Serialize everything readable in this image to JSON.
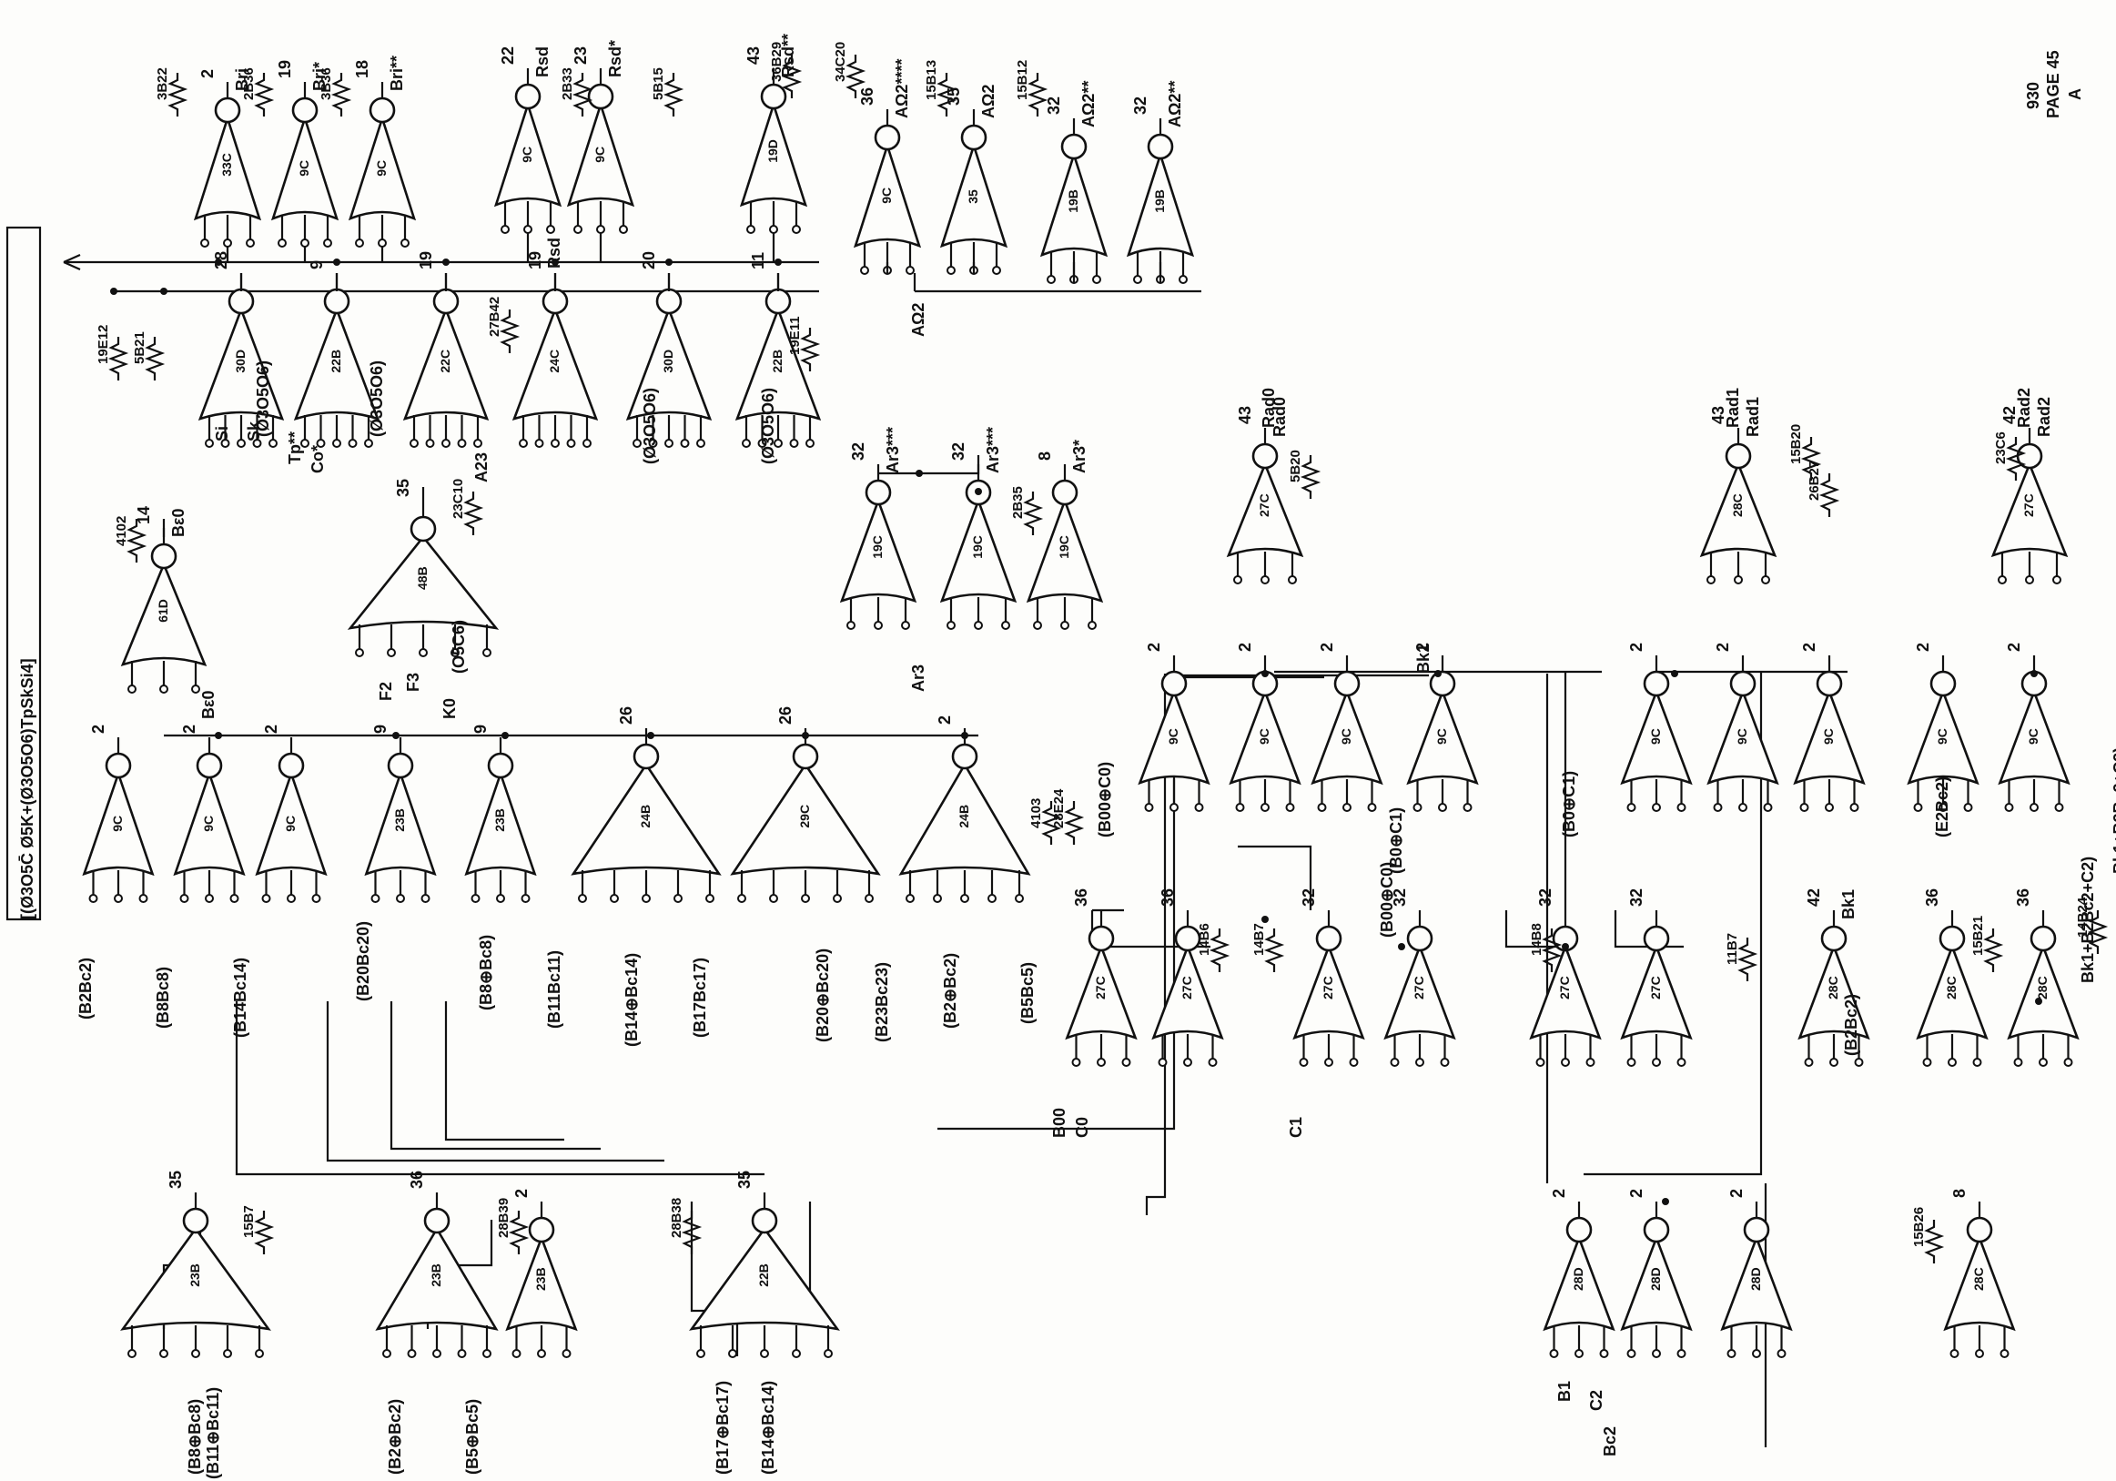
{
  "page": {
    "num": "930",
    "label": "PAGE 45",
    "rev": "A"
  },
  "side_label": "[(Ø3O5C̄ Ø5K+(Ø3O5O6)TpSkSi4]",
  "gates": [
    {
      "ref": "33C",
      "out": "2",
      "sig": "Bri"
    },
    {
      "ref": "9C",
      "out": "19",
      "sig": "Bri*"
    },
    {
      "ref": "9C",
      "out": "18",
      "sig": "Bri**"
    },
    {
      "ref": "9C",
      "out": "22",
      "sig": "Rsd"
    },
    {
      "ref": "9C",
      "out": "23",
      "sig": "Rsd*"
    },
    {
      "ref": "19D",
      "out": "43",
      "sig": "Rsd**"
    },
    {
      "ref": "9C",
      "out": "36",
      "sig": "AΩ2****"
    },
    {
      "ref": "35",
      "out": "35",
      "sig": "AΩ2"
    },
    {
      "ref": "19B",
      "out": "32",
      "sig": "AΩ2**"
    },
    {
      "ref": "30D",
      "out": "28",
      "sig": ""
    },
    {
      "ref": "22B",
      "out": "9",
      "sig": ""
    },
    {
      "ref": "22C",
      "out": "19",
      "sig": ""
    },
    {
      "ref": "24C",
      "out": "19",
      "sig": ""
    },
    {
      "ref": "30D",
      "out": "20",
      "sig": ""
    },
    {
      "ref": "22B",
      "out": "11",
      "sig": ""
    },
    {
      "ref": "48B",
      "out": "35",
      "sig": ""
    },
    {
      "ref": "61D",
      "out": "14",
      "sig": "Bε0"
    },
    {
      "ref": "19C",
      "out": "32",
      "sig": "Ar3***"
    },
    {
      "ref": "19C",
      "out": "8",
      "sig": "Ar3*"
    },
    {
      "ref": "27C",
      "out": "43",
      "sig": "Rad0"
    },
    {
      "ref": "28C",
      "out": "43",
      "sig": "Rad1"
    },
    {
      "ref": "27C",
      "out": "42",
      "sig": "Rad2"
    },
    {
      "ref": "9C",
      "out": "2",
      "sig": ""
    },
    {
      "ref": "23B",
      "out": "9",
      "sig": ""
    },
    {
      "ref": "24B",
      "out": "26",
      "sig": ""
    },
    {
      "ref": "29C",
      "out": "26",
      "sig": ""
    },
    {
      "ref": "24B",
      "out": "2",
      "sig": ""
    },
    {
      "ref": "23B",
      "out": "35",
      "sig": ""
    },
    {
      "ref": "23B",
      "out": "36",
      "sig": ""
    },
    {
      "ref": "23B",
      "out": "2",
      "sig": ""
    },
    {
      "ref": "22B",
      "out": "35",
      "sig": ""
    },
    {
      "ref": "27C",
      "out": "36",
      "sig": ""
    },
    {
      "ref": "28C",
      "out": "32",
      "sig": ""
    },
    {
      "ref": "27C",
      "out": "32",
      "sig": ""
    },
    {
      "ref": "28C",
      "out": "42",
      "sig": "Bk1"
    },
    {
      "ref": "28C",
      "out": "36",
      "sig": ""
    },
    {
      "ref": "28D",
      "out": "2",
      "sig": ""
    },
    {
      "ref": "28C",
      "out": "8",
      "sig": ""
    }
  ],
  "labels": [
    "3B22",
    "2B36",
    "3B36",
    "2B33",
    "5B15",
    "36B29",
    "34C20",
    "15B13",
    "15B12",
    "19E12",
    "5B21",
    "27B42",
    "19E11",
    "4102",
    "23C10",
    "5B20",
    "2B35",
    "15B20",
    "23C6",
    "26B27",
    "4103",
    "28E24",
    "14B7",
    "14B6",
    "14B8",
    "11B7",
    "15B21",
    "14B24",
    "15B7",
    "28B39",
    "28B38",
    "15B26",
    "(B2Bc2)",
    "(B8Bc8)",
    "(B14Bc14)",
    "(B20Bc20)",
    "(B8⊕Bc8)",
    "(B11Bc11)",
    "(B14⊕Bc14)",
    "(B17Bc17)",
    "(B20⊕Bc20)",
    "(B23Bc23)",
    "(B2⊕Bc2)",
    "(B5Bc5)",
    "(B00⊕C0)",
    "(B0⊕C1)",
    "(B00⊕C0)",
    "(B0⊕C1)",
    "(B2Bc2)",
    "(E2Bc2)",
    "(B8⊕Bc8)",
    "(B11⊕Bc11)",
    "(B2⊕Bc2)",
    "(B5⊕Bc5)",
    "(B17⊕Bc17)",
    "(B14⊕Bc14)",
    "(Ø3O5O6)",
    "(Ø3O5O6)",
    "(Ø3O5O6)",
    "(Ø3O5O6)",
    "(O5C6)",
    "Ar3",
    "AΩ2",
    "Rsd",
    "Bε0",
    "Bk1",
    "Rad0",
    "Rad1",
    "Rad2",
    "Bk1+B2Bc2+C2)",
    "Si",
    "Sk",
    "Tp**",
    "Co*",
    "A23",
    "F2",
    "F3",
    "K0",
    "B00",
    "C0",
    "C1",
    "B1",
    "C2",
    "Bc2"
  ]
}
